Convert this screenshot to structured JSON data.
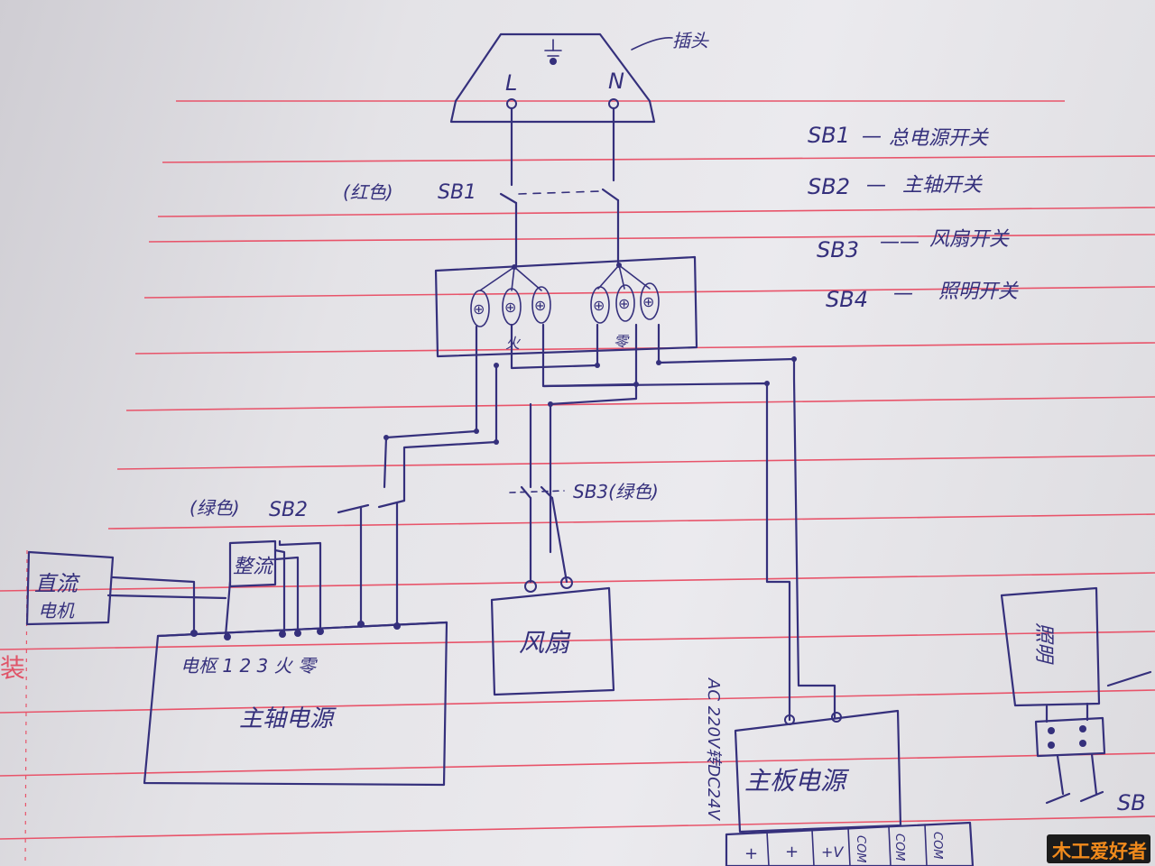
{
  "labels": {
    "plug_callout": "插头",
    "plug_L": "L",
    "plug_N": "N",
    "sb1_color": "(红色)",
    "sb1": "SB1",
    "sb2_color": "(绿色)",
    "sb2": "SB2",
    "sb3": "SB3(绿色)",
    "terminal_fire": "火",
    "terminal_zero": "零",
    "motor": [
      "直流",
      "电机"
    ],
    "bridge": "整流",
    "spindle_terminals": "电枢 1 2 3 火 零",
    "spindle_power": "主轴电源",
    "fan": "风扇",
    "ac_note": "AC 220V转DC24V",
    "main_power": "主板电源",
    "light": "照明",
    "sb_partial": "SB",
    "bottom_terminals": [
      "+",
      "+",
      "+V",
      "COM",
      "COM",
      "COM"
    ],
    "margin": "装"
  },
  "legend": [
    {
      "code": "SB1",
      "desc": "总电源开关"
    },
    {
      "code": "SB2",
      "desc": "主轴开关"
    },
    {
      "code": "SB3",
      "desc": "风扇开关"
    },
    {
      "code": "SB4",
      "desc": "照明开关"
    }
  ],
  "watermark": "木工爱好者",
  "colors": {
    "ink": "#35307c",
    "rule": "#e8546a",
    "paper": "#e6e5e9"
  }
}
